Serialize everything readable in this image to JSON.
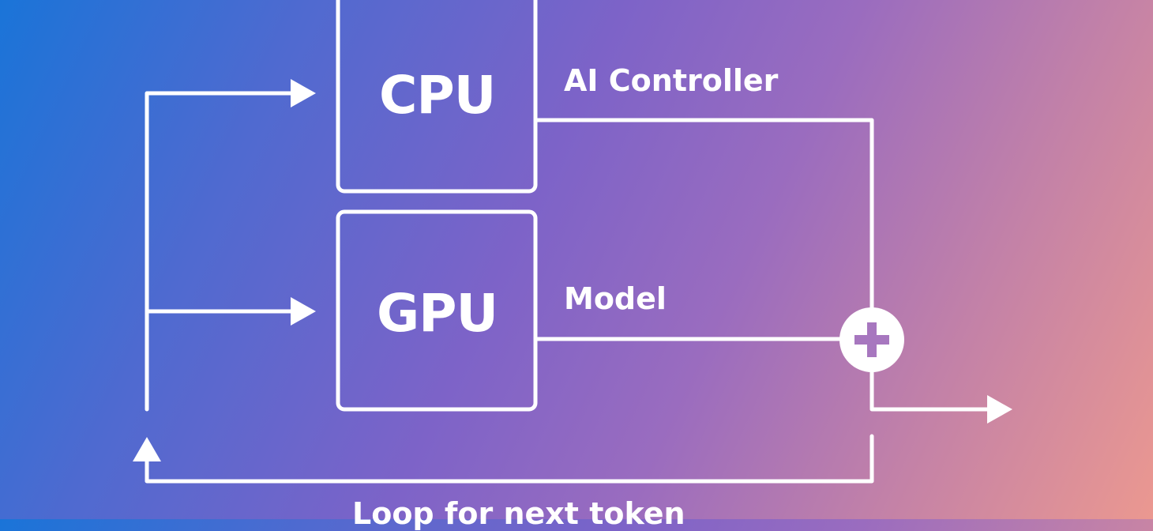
{
  "diagram": {
    "nodes": {
      "cpu": {
        "label": "CPU"
      },
      "gpu": {
        "label": "GPU"
      },
      "adder": {
        "symbol": "+"
      }
    },
    "edge_labels": {
      "cpu_output": "AI Controller",
      "gpu_output": "Model",
      "loop": "Loop for next token"
    },
    "colors": {
      "gradient_start": "#1a74d8",
      "gradient_mid": "#7d63c8",
      "gradient_end": "#eb9890",
      "stroke": "#ffffff"
    }
  }
}
